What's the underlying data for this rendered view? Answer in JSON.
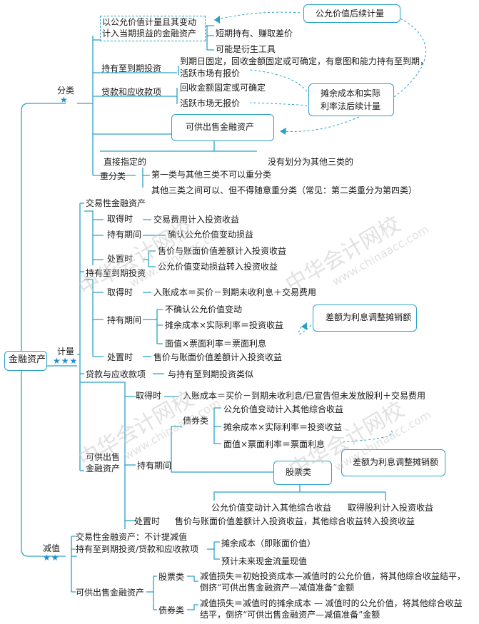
{
  "root": "金融资产",
  "fenlei": {
    "label": "分类",
    "stars": "★",
    "n1_line1": "以公允价值计量且其变动",
    "n1_line2": "计入当期损益的金融资产",
    "n1_sub1": "短期持有、赚取差价",
    "n1_sub2": "可能是衍生工具",
    "n2": "持有至到期投资",
    "n2_desc1": "到期日固定，回收金额固定或可确定，有意图和能力持有至到期，",
    "n2_desc2": "活跃市场有报价",
    "n3": "贷款和应收款项",
    "n3_sub1": "回收金额固定或可确定",
    "n3_sub2": "活跃市场无报价",
    "n4": "可供出售金融资产",
    "n4_left": "直接指定的",
    "n4_right": "没有划分为其他三类的",
    "reclass": "重分类",
    "reclass_1": "第一类与其他三类不可以重分类",
    "reclass_2": "其他三类之间可以、但不得随意重分类（常见：第二类重分为第四类）",
    "callout_fv": "公允价值后续计量",
    "callout_am1": "摊余成本和实际",
    "callout_am2": "利率法后续计量"
  },
  "jiliang": {
    "label": "计量",
    "stars": "★★★",
    "a": {
      "title": "交易性金融资产",
      "acq": "取得时",
      "acq_d": "交易费用计入投资收益",
      "hold": "持有期间",
      "hold_d": "确认公允价值变动损益",
      "disp": "处置时",
      "disp_d1": "售价与账面价值差额计入投资收益",
      "disp_d2": "公允价值变动损益转入投资收益"
    },
    "b": {
      "title": "持有至到期投资",
      "acq": "取得时",
      "acq_d": "入账成本＝买价－到期未收利息＋交易费用",
      "hold": "持有期间",
      "hold_d1": "不确认公允价值变动",
      "hold_d2": "摊余成本×实际利率＝投资收益",
      "hold_d3": "面值×票面利率＝票面利息",
      "callout": "差额为利息调整摊销额",
      "disp": "处置时",
      "disp_d": "售价与账面价值差额计入投资收益"
    },
    "c": {
      "title": "贷款与应收款项",
      "desc": "与持有至到期投资类似"
    },
    "d": {
      "title1": "可供出售",
      "title2": "金融资产",
      "acq": "取得时",
      "acq_d": "入账成本＝买价－到期未收利息/已宣告但未发放股利＋交易费用",
      "hold": "持有期间",
      "bond": "债券类",
      "bond_d1": "公允价值变动计入其他综合收益",
      "bond_d2": "摊余成本×实际利率＝投资收益",
      "bond_d3": "面值×票面利率＝票面利息",
      "callout": "差额为利息调整摊销额",
      "stock": "股票类",
      "stock_l": "公允价值变动计入其他综合收益",
      "stock_r": "取得股利计入投资收益",
      "disp": "处置时",
      "disp_d": "售价与账面价值差额计入投资收益，其他综合收益转入投资收益"
    }
  },
  "jianzhi": {
    "label": "减值",
    "stars": "★★",
    "trading": "交易性金融资产：不计提减值",
    "htm": "持有至到期投资/贷款和应收款项",
    "htm_d1": "摊余成本（即账面价值）",
    "htm_d2": "预计未来现金流量现值",
    "afs": "可供出售金融资产",
    "stock": "股票类",
    "stock_d1": "减值损失＝初始投资成本—减值时的公允价值，将其他综合收益结平，",
    "stock_d2": "倒挤“可供出售金融资产—减值准备”金额",
    "bond": "债券类",
    "bond_d1": "减值损失＝减值时的摊余成本 — 减值时的公允价值，将其他综合收益",
    "bond_d2": "结平，倒挤“可供出售金融资产—减值准备”金额"
  },
  "watermark": {
    "cn": "中华会计网校",
    "url": "www.chinaacc.com"
  },
  "colors": {
    "line": "#2aa0c8",
    "star": "#1e8fd0",
    "text": "#1a1a1a",
    "watermark": "#c9c9c9"
  }
}
